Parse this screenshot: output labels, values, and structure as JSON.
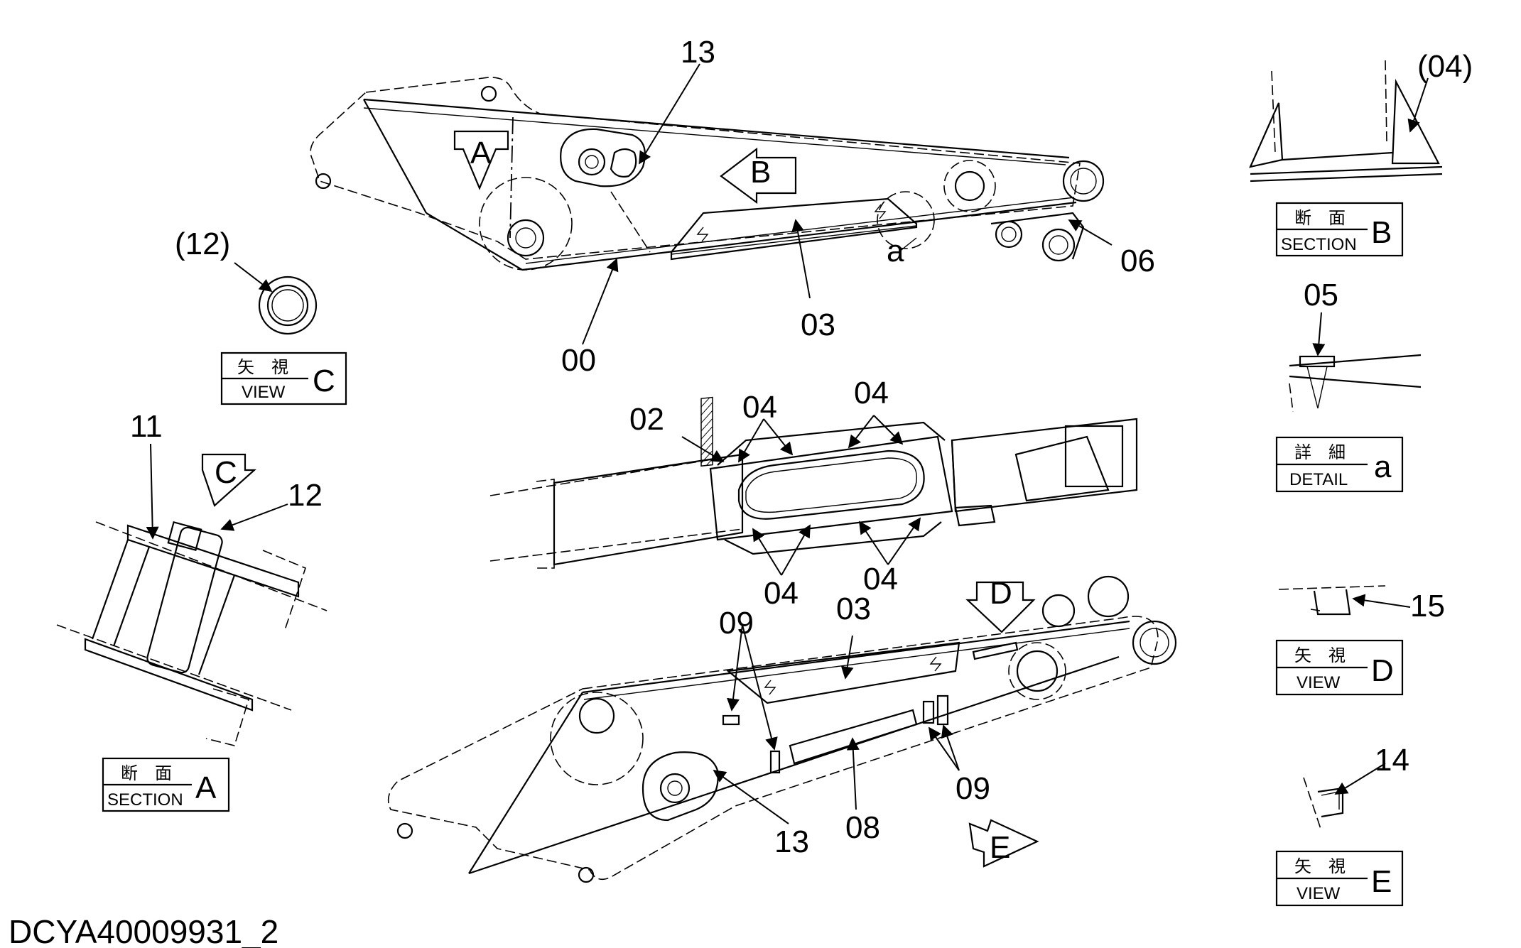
{
  "drawing_code": "DCYA40009931_2",
  "callouts": {
    "c13_top": "13",
    "c00": "00",
    "c03_top": "03",
    "c06": "06",
    "c_a": "a",
    "c12_paren": "(12)",
    "c11": "11",
    "c12": "12",
    "c02": "02",
    "c04_tl": "04",
    "c04_tr": "04",
    "c04_bl": "04",
    "c04_br": "04",
    "c09_left": "09",
    "c03_bottom": "03",
    "c09_right": "09",
    "c13_bottom": "13",
    "c08": "08",
    "c04_paren": "(04)",
    "c05": "05",
    "c15": "15",
    "c14": "14"
  },
  "view_arrows": {
    "A": "A",
    "B": "B",
    "C": "C",
    "D": "D",
    "E": "E"
  },
  "label_boxes": {
    "view_c": {
      "jp": "矢　視",
      "en": "VIEW",
      "letter": "C"
    },
    "section_a": {
      "jp": "断　面",
      "en": "SECTION",
      "letter": "A"
    },
    "section_b": {
      "jp": "断　面",
      "en": "SECTION",
      "letter": "B"
    },
    "detail_a": {
      "jp": "詳　細",
      "en": "DETAIL",
      "letter": "a"
    },
    "view_d": {
      "jp": "矢　視",
      "en": "VIEW",
      "letter": "D"
    },
    "view_e": {
      "jp": "矢　視",
      "en": "VIEW",
      "letter": "E"
    }
  }
}
